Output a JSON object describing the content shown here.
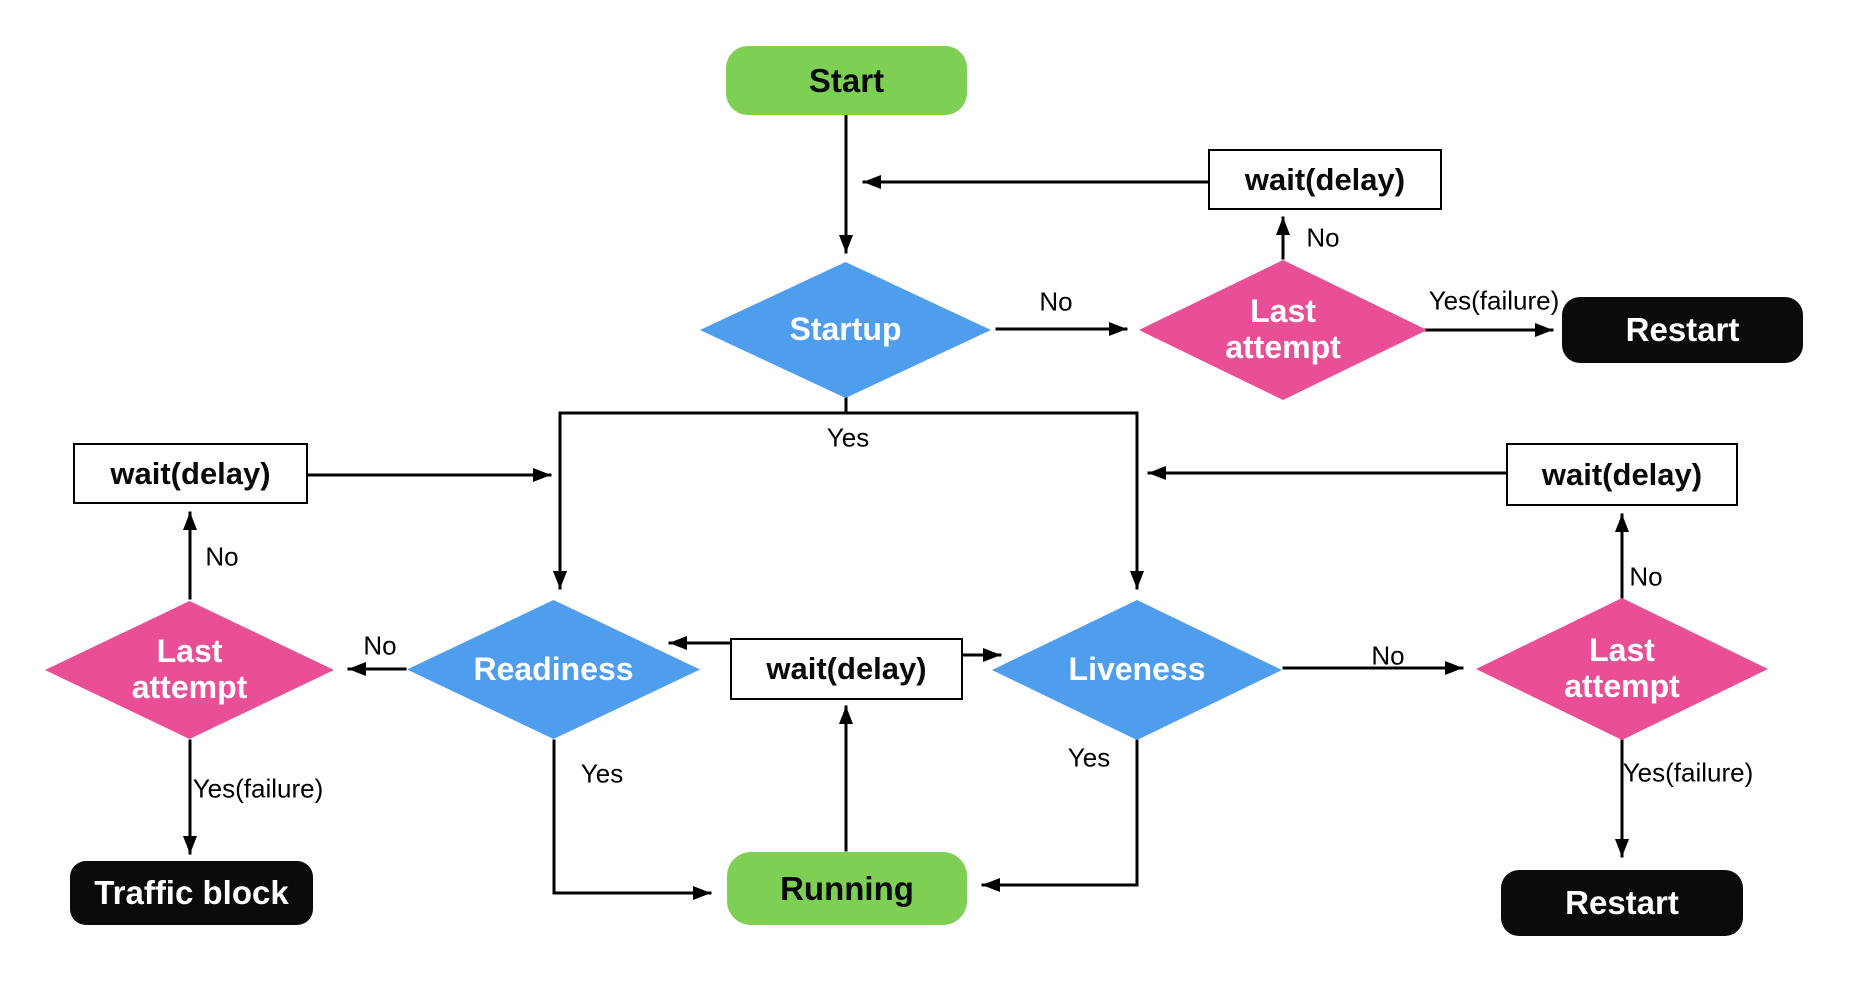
{
  "diagram": {
    "description": "Probe lifecycle flowchart",
    "nodes": {
      "start": {
        "label": "Start",
        "shape": "rounded-rect"
      },
      "startup": {
        "label": "Startup",
        "shape": "diamond"
      },
      "wait_top": {
        "label": "wait(delay)",
        "shape": "rect"
      },
      "last_attempt_top": {
        "label": "Last attempt",
        "shape": "diamond"
      },
      "restart_top": {
        "label": "Restart",
        "shape": "rounded-rect"
      },
      "wait_left": {
        "label": "wait(delay)",
        "shape": "rect"
      },
      "last_attempt_left": {
        "label": "Last attempt",
        "shape": "diamond"
      },
      "traffic_block": {
        "label": "Traffic block",
        "shape": "rounded-rect"
      },
      "readiness": {
        "label": "Readiness",
        "shape": "diamond"
      },
      "wait_center": {
        "label": "wait(delay)",
        "shape": "rect"
      },
      "liveness": {
        "label": "Liveness",
        "shape": "diamond"
      },
      "running": {
        "label": "Running",
        "shape": "rounded-rect"
      },
      "wait_right": {
        "label": "wait(delay)",
        "shape": "rect"
      },
      "last_attempt_right": {
        "label": "Last attempt",
        "shape": "diamond"
      },
      "restart_bottom": {
        "label": "Restart",
        "shape": "rounded-rect"
      }
    },
    "edge_labels": {
      "startup_no": "No",
      "startup_yes": "Yes",
      "top_last_no": "No",
      "top_last_yes_failure": "Yes(failure)",
      "readiness_no": "No",
      "readiness_yes": "Yes",
      "left_last_no": "No",
      "left_last_yes_failure": "Yes(failure)",
      "liveness_no": "No",
      "liveness_yes": "Yes",
      "right_last_no": "No",
      "right_last_yes_failure": "Yes(failure)"
    },
    "colors": {
      "start_end_green": "#7DD053",
      "probe_blue": "#4F9EED",
      "decision_pink": "#EA4E96",
      "terminal_black": "#0b0b0b",
      "wait_box_bg": "#ffffff",
      "wait_box_border": "#000000",
      "connector": "#000000"
    }
  }
}
